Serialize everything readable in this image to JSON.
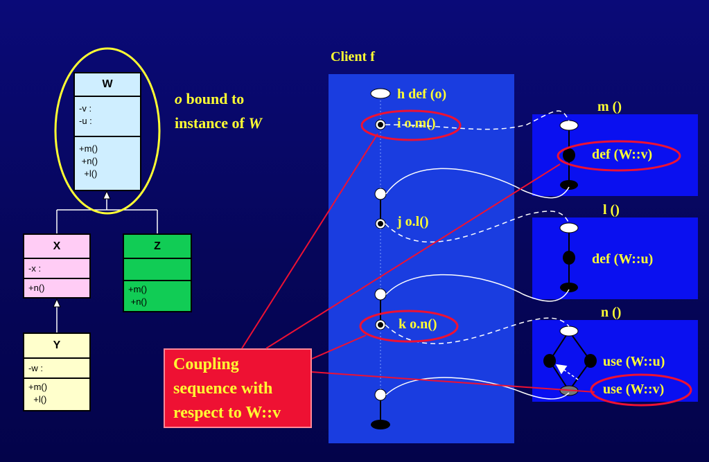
{
  "classes": {
    "W": {
      "name": "W",
      "attributes": "-v :\n-u :",
      "methods": "+m()\n +n()\n  +l()"
    },
    "X": {
      "name": "X",
      "attributes": "-x :",
      "methods": "+n()"
    },
    "Z": {
      "name": "Z",
      "attributes": "",
      "methods": "+m()\n +n()"
    },
    "Y": {
      "name": "Y",
      "attributes": "-w :",
      "methods": "+m()\n  +l()"
    }
  },
  "binding_note": {
    "italic_o": "o",
    "line1_rest": " bound  to",
    "line2_pre": "instance of ",
    "italic_w": "W"
  },
  "client": {
    "title": "Client f",
    "nodes": [
      {
        "id": "h",
        "label": "h def (o)"
      },
      {
        "id": "i",
        "label": "i  o.m()"
      },
      {
        "id": "j",
        "label": "j  o.l()"
      },
      {
        "id": "k",
        "label": "k  o.n()"
      }
    ]
  },
  "methods": [
    {
      "name": "m ()",
      "def_label": "def (W::v)"
    },
    {
      "name": "l ()",
      "def_label": "def (W::u)"
    },
    {
      "name": "n ()",
      "use1_label": "use (W::u)",
      "use2_label": "use (W::v)"
    }
  ],
  "coupling_box": {
    "line1": "Coupling",
    "line2": "sequence with",
    "line3": "respect to W::v"
  },
  "colors": {
    "background": "#06065a",
    "panel": "#1a3de0",
    "method_panel": "#0a10f0",
    "yellow": "#ffff33",
    "red": "#ee1133"
  }
}
